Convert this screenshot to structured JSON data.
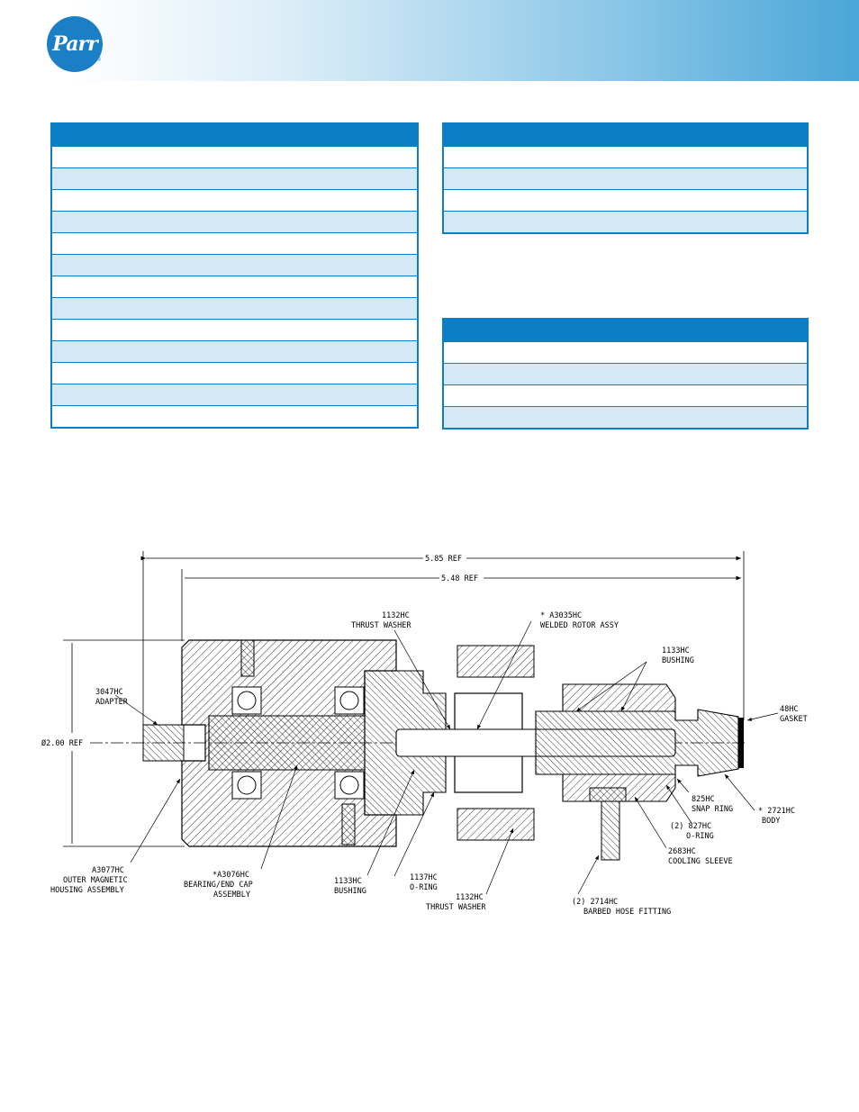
{
  "header": {
    "logo_text": "Parr",
    "logo_mark": "®",
    "brand_colors": {
      "primary": "#0a7fc6",
      "row_shade": "#d4e8f6"
    }
  },
  "tables": {
    "left": {
      "rows": 13
    },
    "right_top": {
      "rows": 4
    },
    "right_bottom": {
      "rows": 4
    }
  },
  "drawing": {
    "dimensions": {
      "overall": "5.85 REF",
      "body": "5.48 REF",
      "diameter": "Ø2.00 REF"
    },
    "labels": {
      "thrust_washer_top_code": "1132HC",
      "thrust_washer_top_name": "THRUST WASHER",
      "rotor_code": "* A3035HC",
      "rotor_name": "WELDED ROTOR ASSY",
      "bushing_right_code": "1133HC",
      "bushing_right_name": "BUSHING",
      "adapter_code": "3047HC",
      "adapter_name": "ADAPTER",
      "gasket_code": "48HC",
      "gasket_name": "GASKET",
      "snap_ring_code": "825HC",
      "snap_ring_name": "SNAP RING",
      "body_code": "* 2721HC",
      "body_name": "BODY",
      "oring_right_code": "(2) 827HC",
      "oring_right_name": "O-RING",
      "cooling_code": "2683HC",
      "cooling_name": "COOLING SLEEVE",
      "hose_code": "(2) 2714HC",
      "hose_name": "BARBED HOSE FITTING",
      "housing_code": "A3077HC",
      "housing_name_1": "OUTER MAGNETIC",
      "housing_name_2": "HOUSING ASSEMBLY",
      "bearing_code": "*A3076HC",
      "bearing_name_1": "BEARING/END CAP",
      "bearing_name_2": "ASSEMBLY",
      "bushing_left_code": "1133HC",
      "bushing_left_name": "BUSHING",
      "oring_center_code": "1137HC",
      "oring_center_name": "O-RING",
      "thrust_washer_bottom_code": "1132HC",
      "thrust_washer_bottom_name": "THRUST WASHER"
    }
  }
}
